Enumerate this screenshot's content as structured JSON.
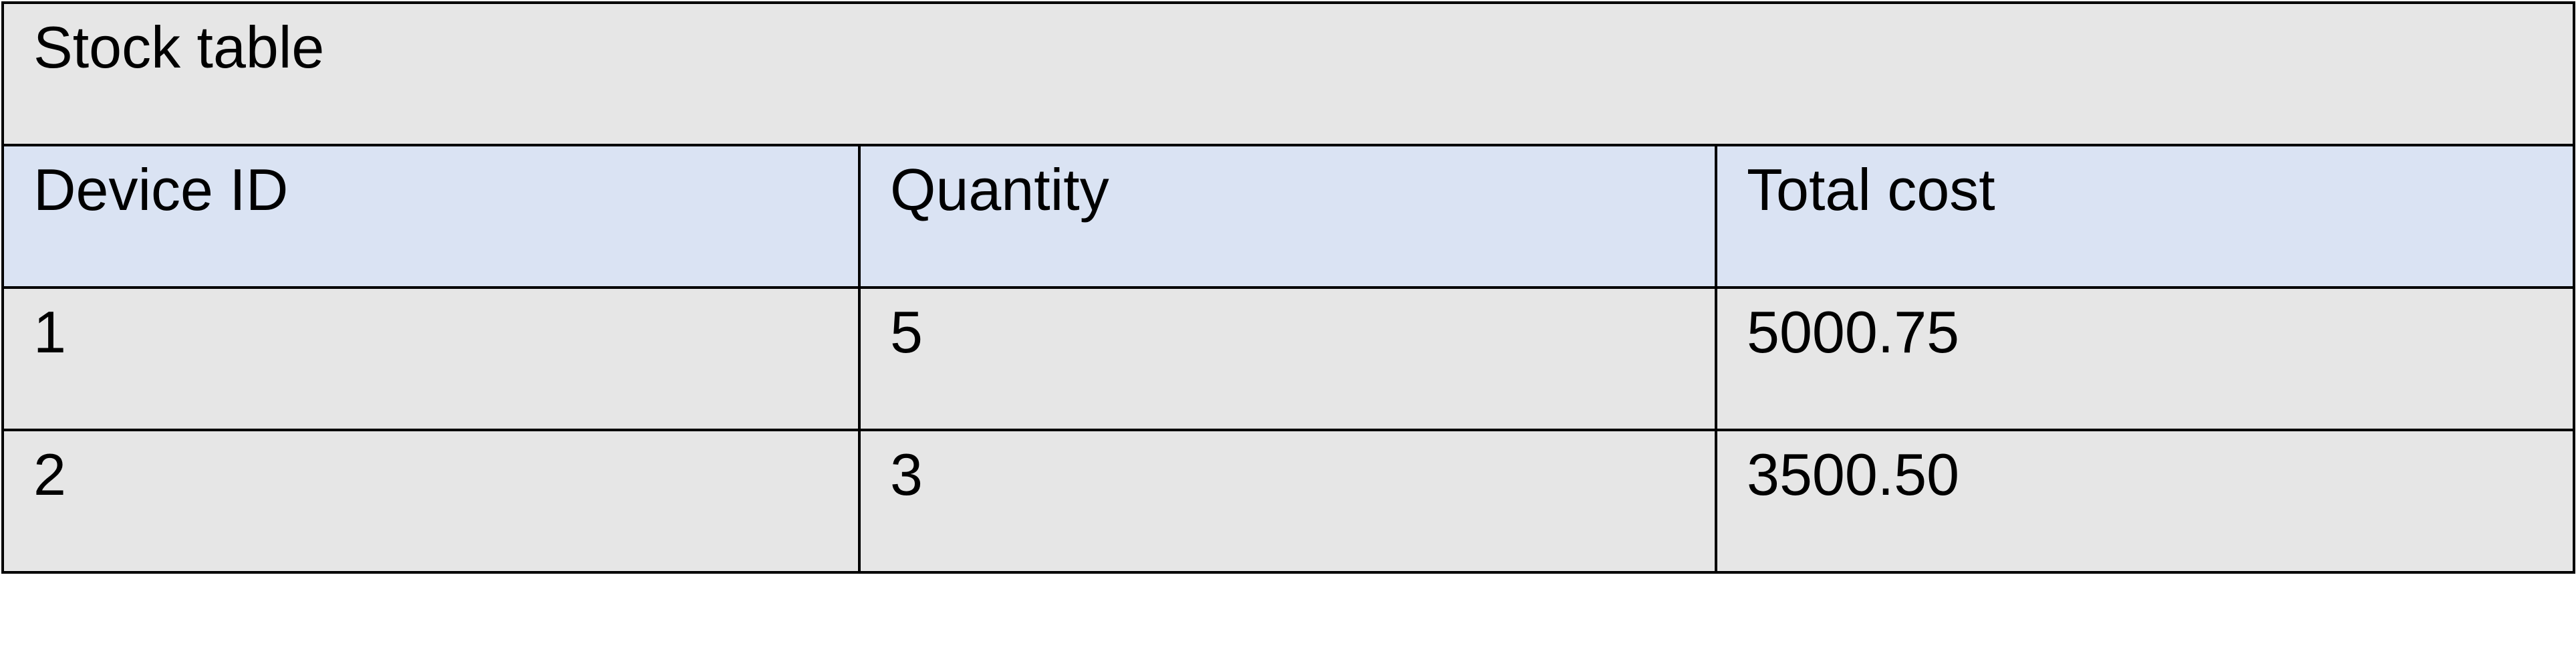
{
  "table": {
    "title": "Stock table",
    "columns": [
      "Device ID",
      "Quantity",
      "Total cost"
    ],
    "rows": [
      [
        "1",
        "5",
        "5000.75"
      ],
      [
        "2",
        "3",
        "3500.50"
      ]
    ]
  },
  "colors": {
    "header_background": "#dae3f3",
    "cell_background": "#e6e6e6",
    "border": "#000000"
  }
}
